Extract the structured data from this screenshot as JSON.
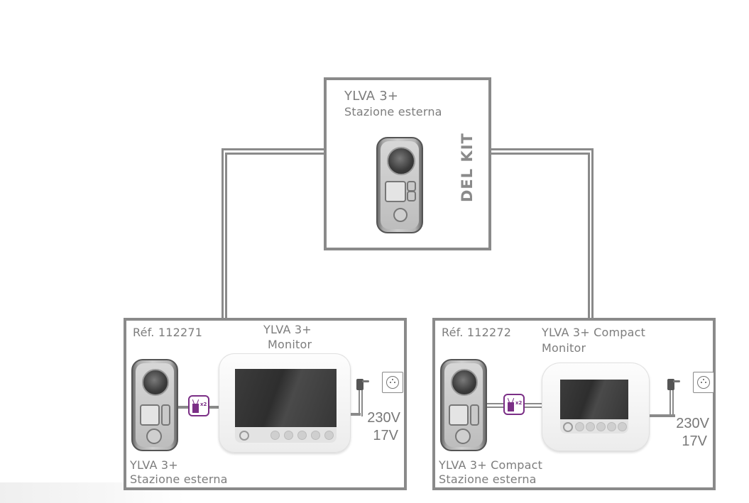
{
  "kit_box": {
    "product": "YLVA 3+",
    "device": "Stazione esterna",
    "badge": "DEL KIT"
  },
  "left_box": {
    "ref": "Réf. 112271",
    "monitor_name": "YLVA 3+",
    "monitor_label": "Monitor",
    "station_name": "YLVA 3+",
    "station_label": "Stazione esterna",
    "cable_multiplier": "x2",
    "voltage_in": "230V",
    "voltage_out": "17V"
  },
  "right_box": {
    "ref": "Réf. 112272",
    "monitor_name": "YLVA 3+ Compact",
    "monitor_label": "Monitor",
    "station_name": "YLVA 3+ Compact",
    "station_label": "Stazione esterna",
    "cable_multiplier": "x2",
    "voltage_in": "230V",
    "voltage_out": "17V"
  },
  "colors": {
    "frame": "#8a8a8a",
    "cable_badge": "#7b2f86",
    "text": "#7d7d7d"
  }
}
